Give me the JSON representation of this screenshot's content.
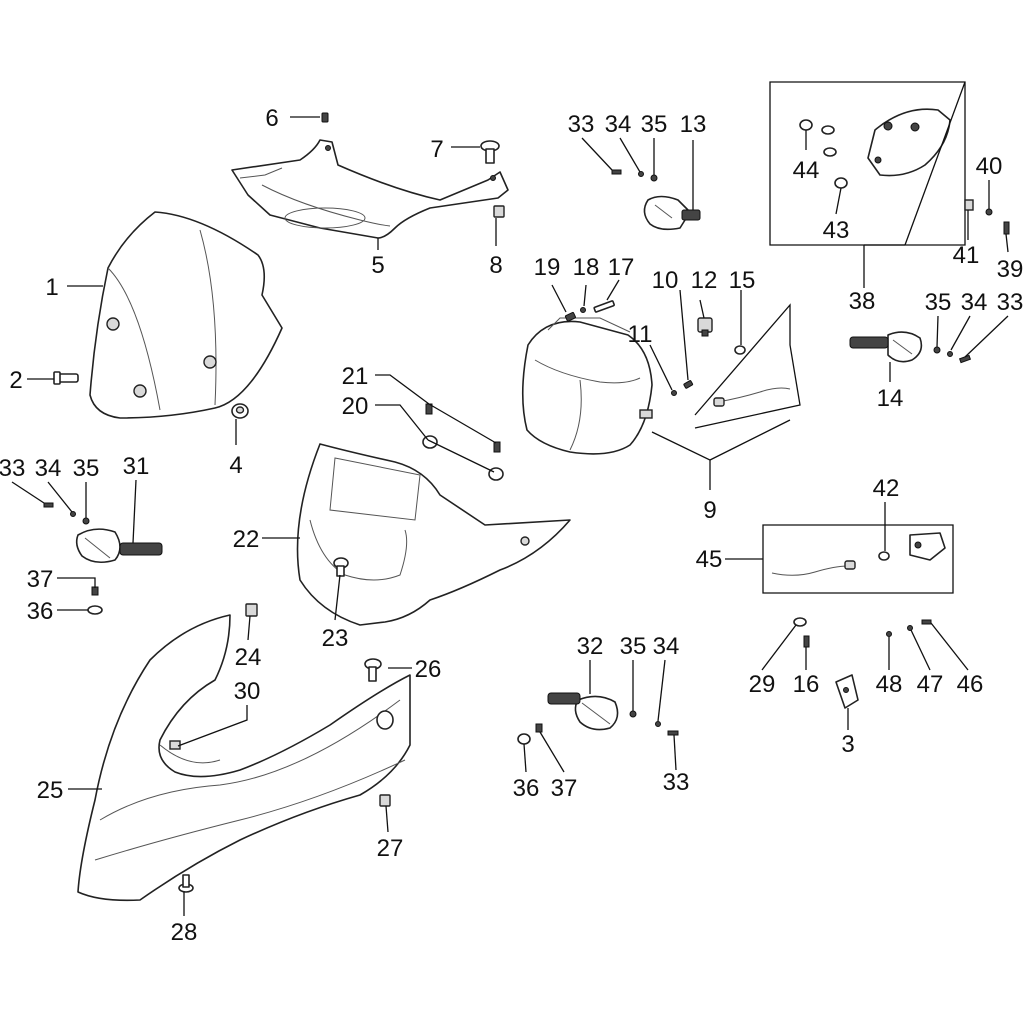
{
  "callouts": {
    "c1": "1",
    "c2": "2",
    "c3": "3",
    "c4": "4",
    "c5": "5",
    "c6": "6",
    "c7": "7",
    "c8": "8",
    "c9": "9",
    "c10": "10",
    "c11": "11",
    "c12": "12",
    "c13": "13",
    "c14": "14",
    "c15": "15",
    "c16": "16",
    "c17": "17",
    "c18": "18",
    "c19": "19",
    "c20": "20",
    "c21": "21",
    "c22": "22",
    "c23": "23",
    "c24": "24",
    "c25": "25",
    "c26": "26",
    "c27": "27",
    "c28": "28",
    "c29": "29",
    "c30": "30",
    "c31": "31",
    "c32": "32",
    "c33a": "33",
    "c34a": "34",
    "c35a": "35",
    "c33b": "33",
    "c34b": "34",
    "c35b": "35",
    "c33c": "33",
    "c34c": "34",
    "c35c": "35",
    "c33d": "33",
    "c34d": "34",
    "c35d": "35",
    "c36a": "36",
    "c37a": "37",
    "c36b": "36",
    "c37b": "37",
    "c38": "38",
    "c39": "39",
    "c40": "40",
    "c41": "41",
    "c42": "42",
    "c43": "43",
    "c44": "44",
    "c45": "45",
    "c46": "46",
    "c47": "47",
    "c48": "48"
  }
}
